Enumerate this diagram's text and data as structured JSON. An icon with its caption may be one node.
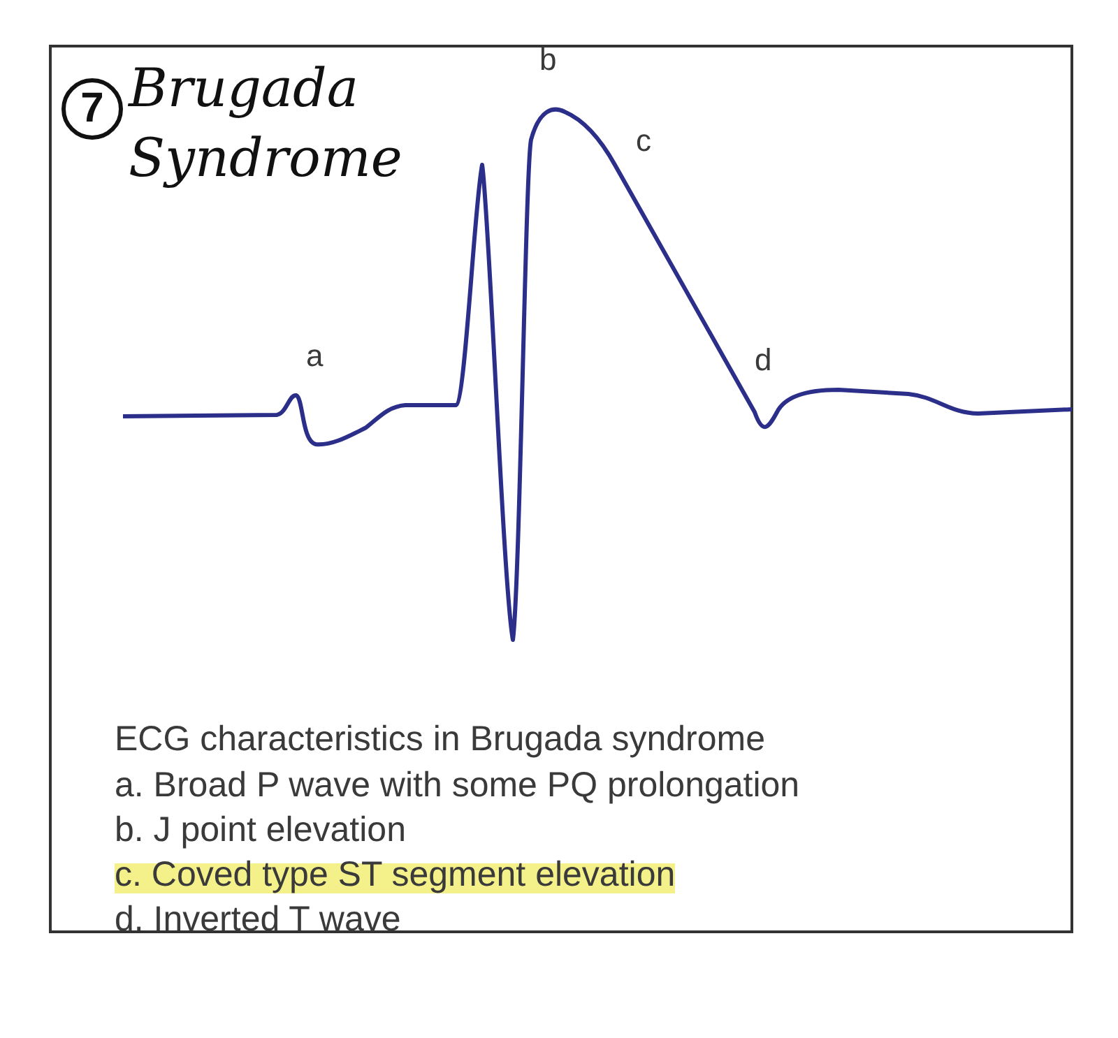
{
  "diagram": {
    "title": "ECG characteristics in Brugada syndrome",
    "labels": [
      "7",
      "Brugada Syndrome",
      "b",
      "c",
      "a",
      "d",
      "a. Broad P wave with some PQ prolongation",
      "b. J point elevation",
      "c. Coved type ST segment elevation",
      "d. Inverted T wave"
    ]
  }
}
